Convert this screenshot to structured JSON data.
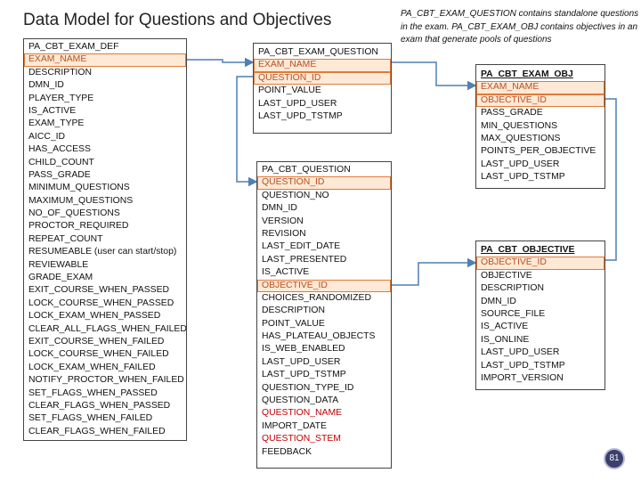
{
  "title": "Data Model for Questions and Objectives",
  "note": "PA_CBT_EXAM_QUESTION contains standalone questions in the exam. PA_CBT_EXAM_OBJ contains objectives in an exam that generate pools of questions",
  "page_number": "81",
  "colors": {
    "highlight_fill": "#fde9d6",
    "highlight_border": "#e07a3a",
    "highlight_text": "#b8501f",
    "red_text": "#c00000",
    "connector": "#4f7fb4"
  },
  "tables": {
    "exam_def": {
      "name": "PA_CBT_EXAM_DEF",
      "fields": [
        "EXAM_NAME",
        "DESCRIPTION",
        "DMN_ID",
        "PLAYER_TYPE",
        "IS_ACTIVE",
        "EXAM_TYPE",
        "AICC_ID",
        "HAS_ACCESS",
        "CHILD_COUNT",
        "PASS_GRADE",
        "MINIMUM_QUESTIONS",
        "MAXIMUM_QUESTIONS",
        "NO_OF_QUESTIONS",
        "PROCTOR_REQUIRED",
        "REPEAT_COUNT",
        "RESUMEABLE  (user can start/stop)",
        "REVIEWABLE",
        "GRADE_EXAM",
        "EXIT_COURSE_WHEN_PASSED",
        "LOCK_COURSE_WHEN_PASSED",
        "LOCK_EXAM_WHEN_PASSED",
        "CLEAR_ALL_FLAGS_WHEN_FAILED",
        "EXIT_COURSE_WHEN_FAILED",
        "LOCK_COURSE_WHEN_FAILED",
        "LOCK_EXAM_WHEN_FAILED",
        "NOTIFY_PROCTOR_WHEN_FAILED",
        "SET_FLAGS_WHEN_PASSED",
        "CLEAR_FLAGS_WHEN_PASSED",
        "SET_FLAGS_WHEN_FAILED",
        "CLEAR_FLAGS_WHEN_FAILED"
      ]
    },
    "exam_question": {
      "name": "PA_CBT_EXAM_QUESTION",
      "fields": [
        "EXAM_NAME",
        "QUESTION_ID",
        "POINT_VALUE",
        "LAST_UPD_USER",
        "LAST_UPD_TSTMP"
      ]
    },
    "question": {
      "name": "PA_CBT_QUESTION",
      "fields": [
        "QUESTION_ID",
        "QUESTION_NO",
        "DMN_ID",
        "VERSION",
        "REVISION",
        "LAST_EDIT_DATE",
        "LAST_PRESENTED",
        "IS_ACTIVE",
        "OBJECTIVE_ID",
        "CHOICES_RANDOMIZED",
        "DESCRIPTION",
        "POINT_VALUE",
        "HAS_PLATEAU_OBJECTS",
        "IS_WEB_ENABLED",
        "LAST_UPD_USER",
        "LAST_UPD_TSTMP",
        "QUESTION_TYPE_ID",
        "QUESTION_DATA",
        "QUESTION_NAME",
        "IMPORT_DATE",
        "QUESTION_STEM",
        "FEEDBACK"
      ]
    },
    "exam_obj": {
      "name": "PA_CBT_EXAM_OBJ",
      "fields": [
        "EXAM_NAME",
        "OBJECTIVE_ID",
        "PASS_GRADE",
        "MIN_QUESTIONS",
        "MAX_QUESTIONS",
        "POINTS_PER_OBJECTIVE",
        "LAST_UPD_USER",
        "LAST_UPD_TSTMP"
      ]
    },
    "objective": {
      "name": "PA_CBT_OBJECTIVE",
      "fields": [
        "OBJECTIVE_ID",
        "OBJECTIVE",
        "DESCRIPTION",
        "DMN_ID",
        "SOURCE_FILE",
        "IS_ACTIVE",
        "IS_ONLINE",
        "LAST_UPD_USER",
        "LAST_UPD_TSTMP",
        "IMPORT_VERSION"
      ]
    }
  }
}
